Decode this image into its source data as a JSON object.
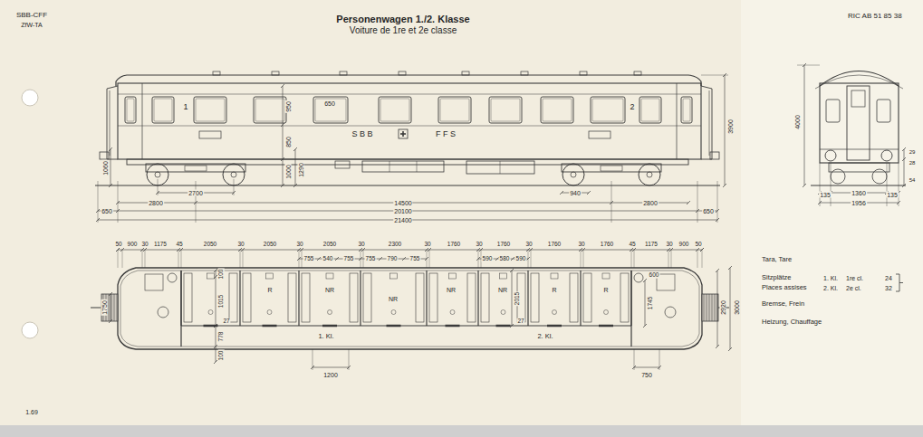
{
  "diagram": {
    "title": "Personenwagen 1./2. Klasse",
    "labels": [
      "SBB-CFF",
      "ZfW-TA",
      "Voiture de 1re et 2e classe",
      "RIC AB 51 85 38",
      "1.69",
      "1",
      "2",
      "650",
      "950",
      "850",
      "1000",
      "1290",
      "1060",
      "3900",
      "S B B",
      "F F S",
      "2700",
      "940",
      "2800",
      "14500",
      "2800",
      "650",
      "20100",
      "650",
      "21400",
      "4000",
      "29",
      "28",
      "54",
      "135",
      "1360",
      "135",
      "1956",
      "50",
      "900",
      "30",
      "1175",
      "45",
      "2050",
      "30",
      "2050",
      "30",
      "2050",
      "30",
      "2300",
      "30",
      "1760",
      "30",
      "1760",
      "30",
      "1760",
      "30",
      "1760",
      "45",
      "1175",
      "30",
      "900",
      "50",
      "755",
      "540",
      "755",
      "755",
      "790",
      "755",
      "590",
      "580",
      "590",
      "100",
      "1015",
      "27",
      "R",
      "NR",
      "NR",
      "NR",
      "NR",
      "R",
      "R",
      "2015",
      "27",
      "600",
      "1745",
      "1. Kl.",
      "2. Kl.",
      "1750",
      "2920",
      "3000",
      "778",
      "100",
      "1200",
      "750",
      "Tara, Tare",
      "Sitzplätze",
      "1. Kl.",
      "1re cl.",
      "24",
      "Places assises",
      "2. Kl.",
      "2e cl.",
      "32",
      "Bremse, Frein",
      "Heizung, Chauffage"
    ]
  }
}
